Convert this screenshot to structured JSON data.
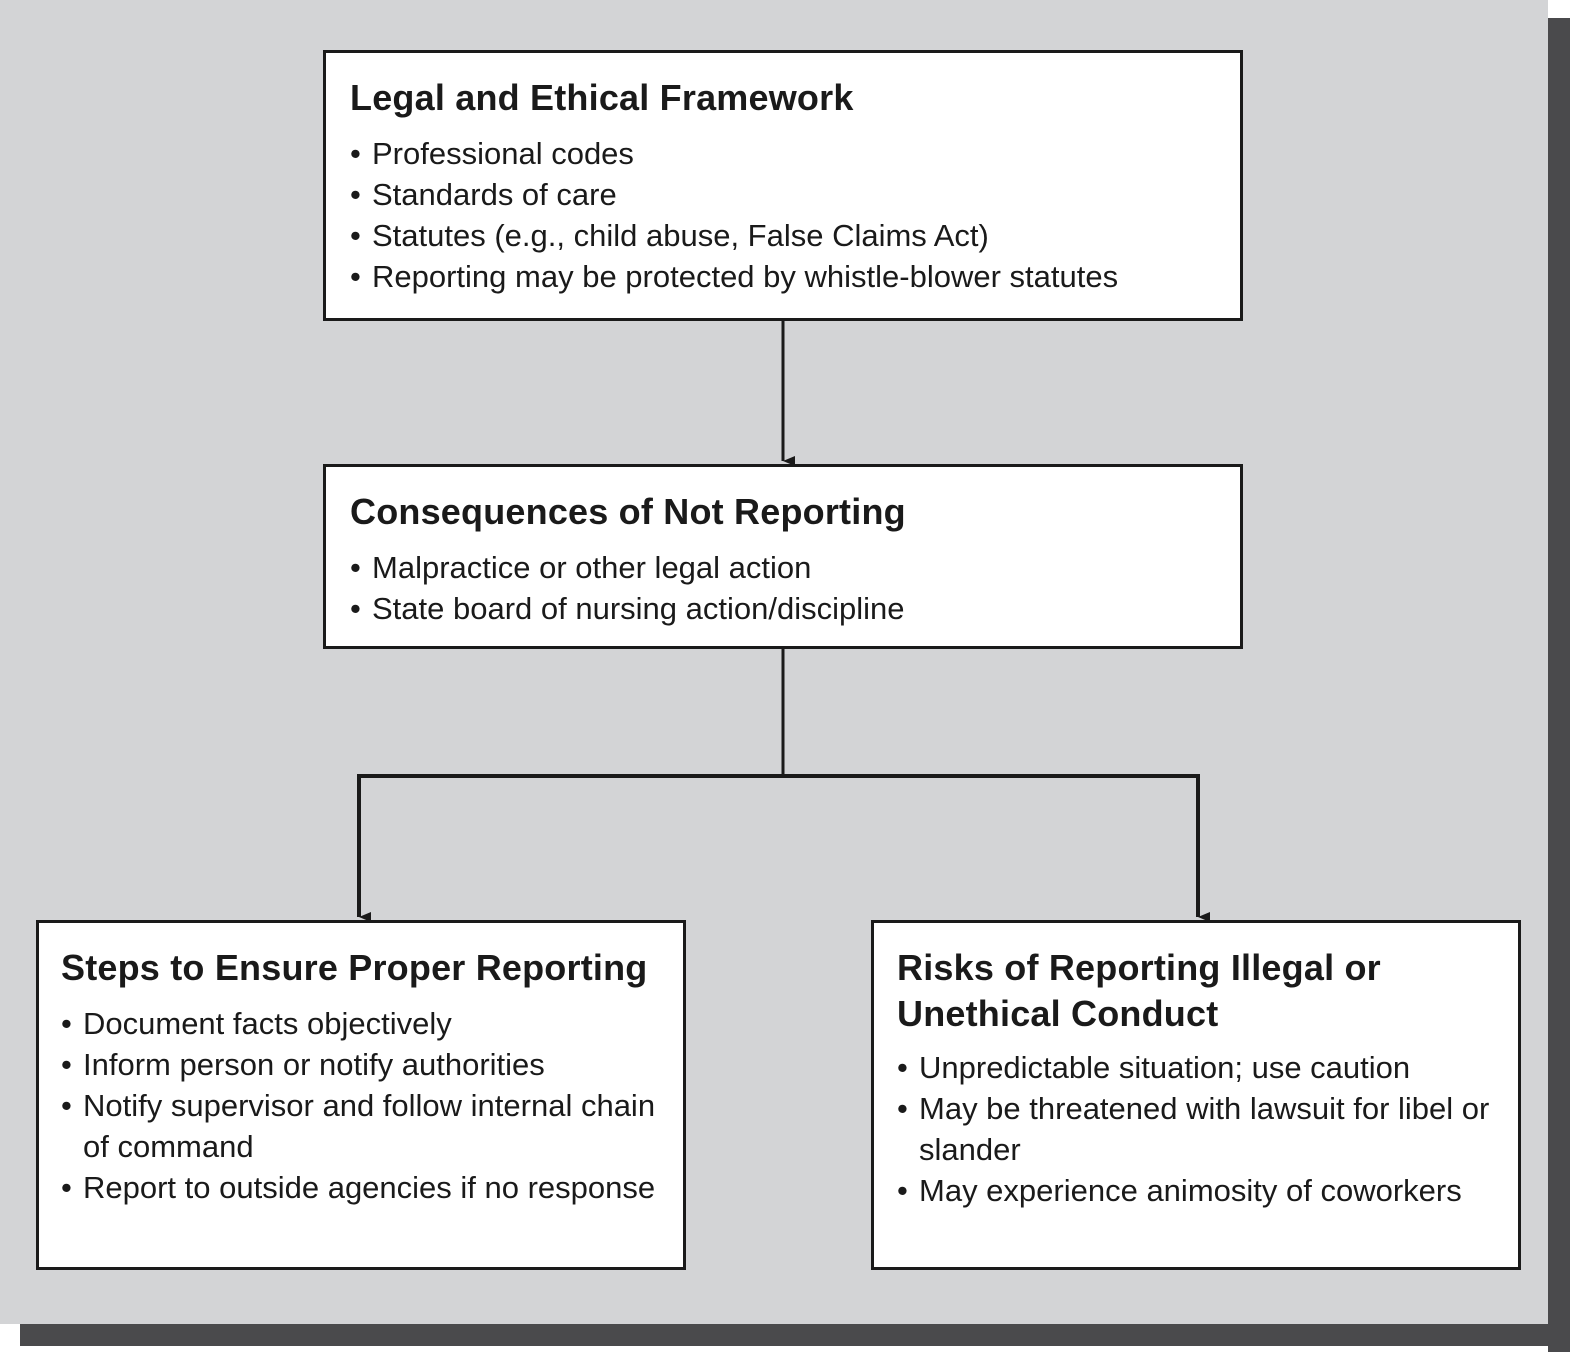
{
  "boxes": {
    "framework": {
      "title": "Legal and Ethical Framework",
      "items": [
        "Professional codes",
        "Standards of care",
        "Statutes (e.g., child abuse, False Claims Act)",
        "Reporting may be protected by whistle-blower statutes"
      ]
    },
    "consequences": {
      "title": "Consequences of Not Reporting",
      "items": [
        "Malpractice or other legal action",
        "State board of nursing action/discipline"
      ]
    },
    "steps": {
      "title": "Steps to Ensure Proper Reporting",
      "items": [
        "Document facts objectively",
        "Inform person or notify authorities",
        "Notify supervisor and follow internal chain of command",
        "Report to outside agencies if no response"
      ]
    },
    "risks": {
      "title": "Risks of Reporting Illegal or Unethical Conduct",
      "items": [
        "Unpredictable situation; use caution",
        "May be threatened with lawsuit for libel or slander",
        "May experience animosity of coworkers"
      ]
    }
  },
  "colors": {
    "background": "#d3d4d6",
    "shadow": "#4a4a4c",
    "box_fill": "#ffffff",
    "line": "#1a1a1a"
  }
}
